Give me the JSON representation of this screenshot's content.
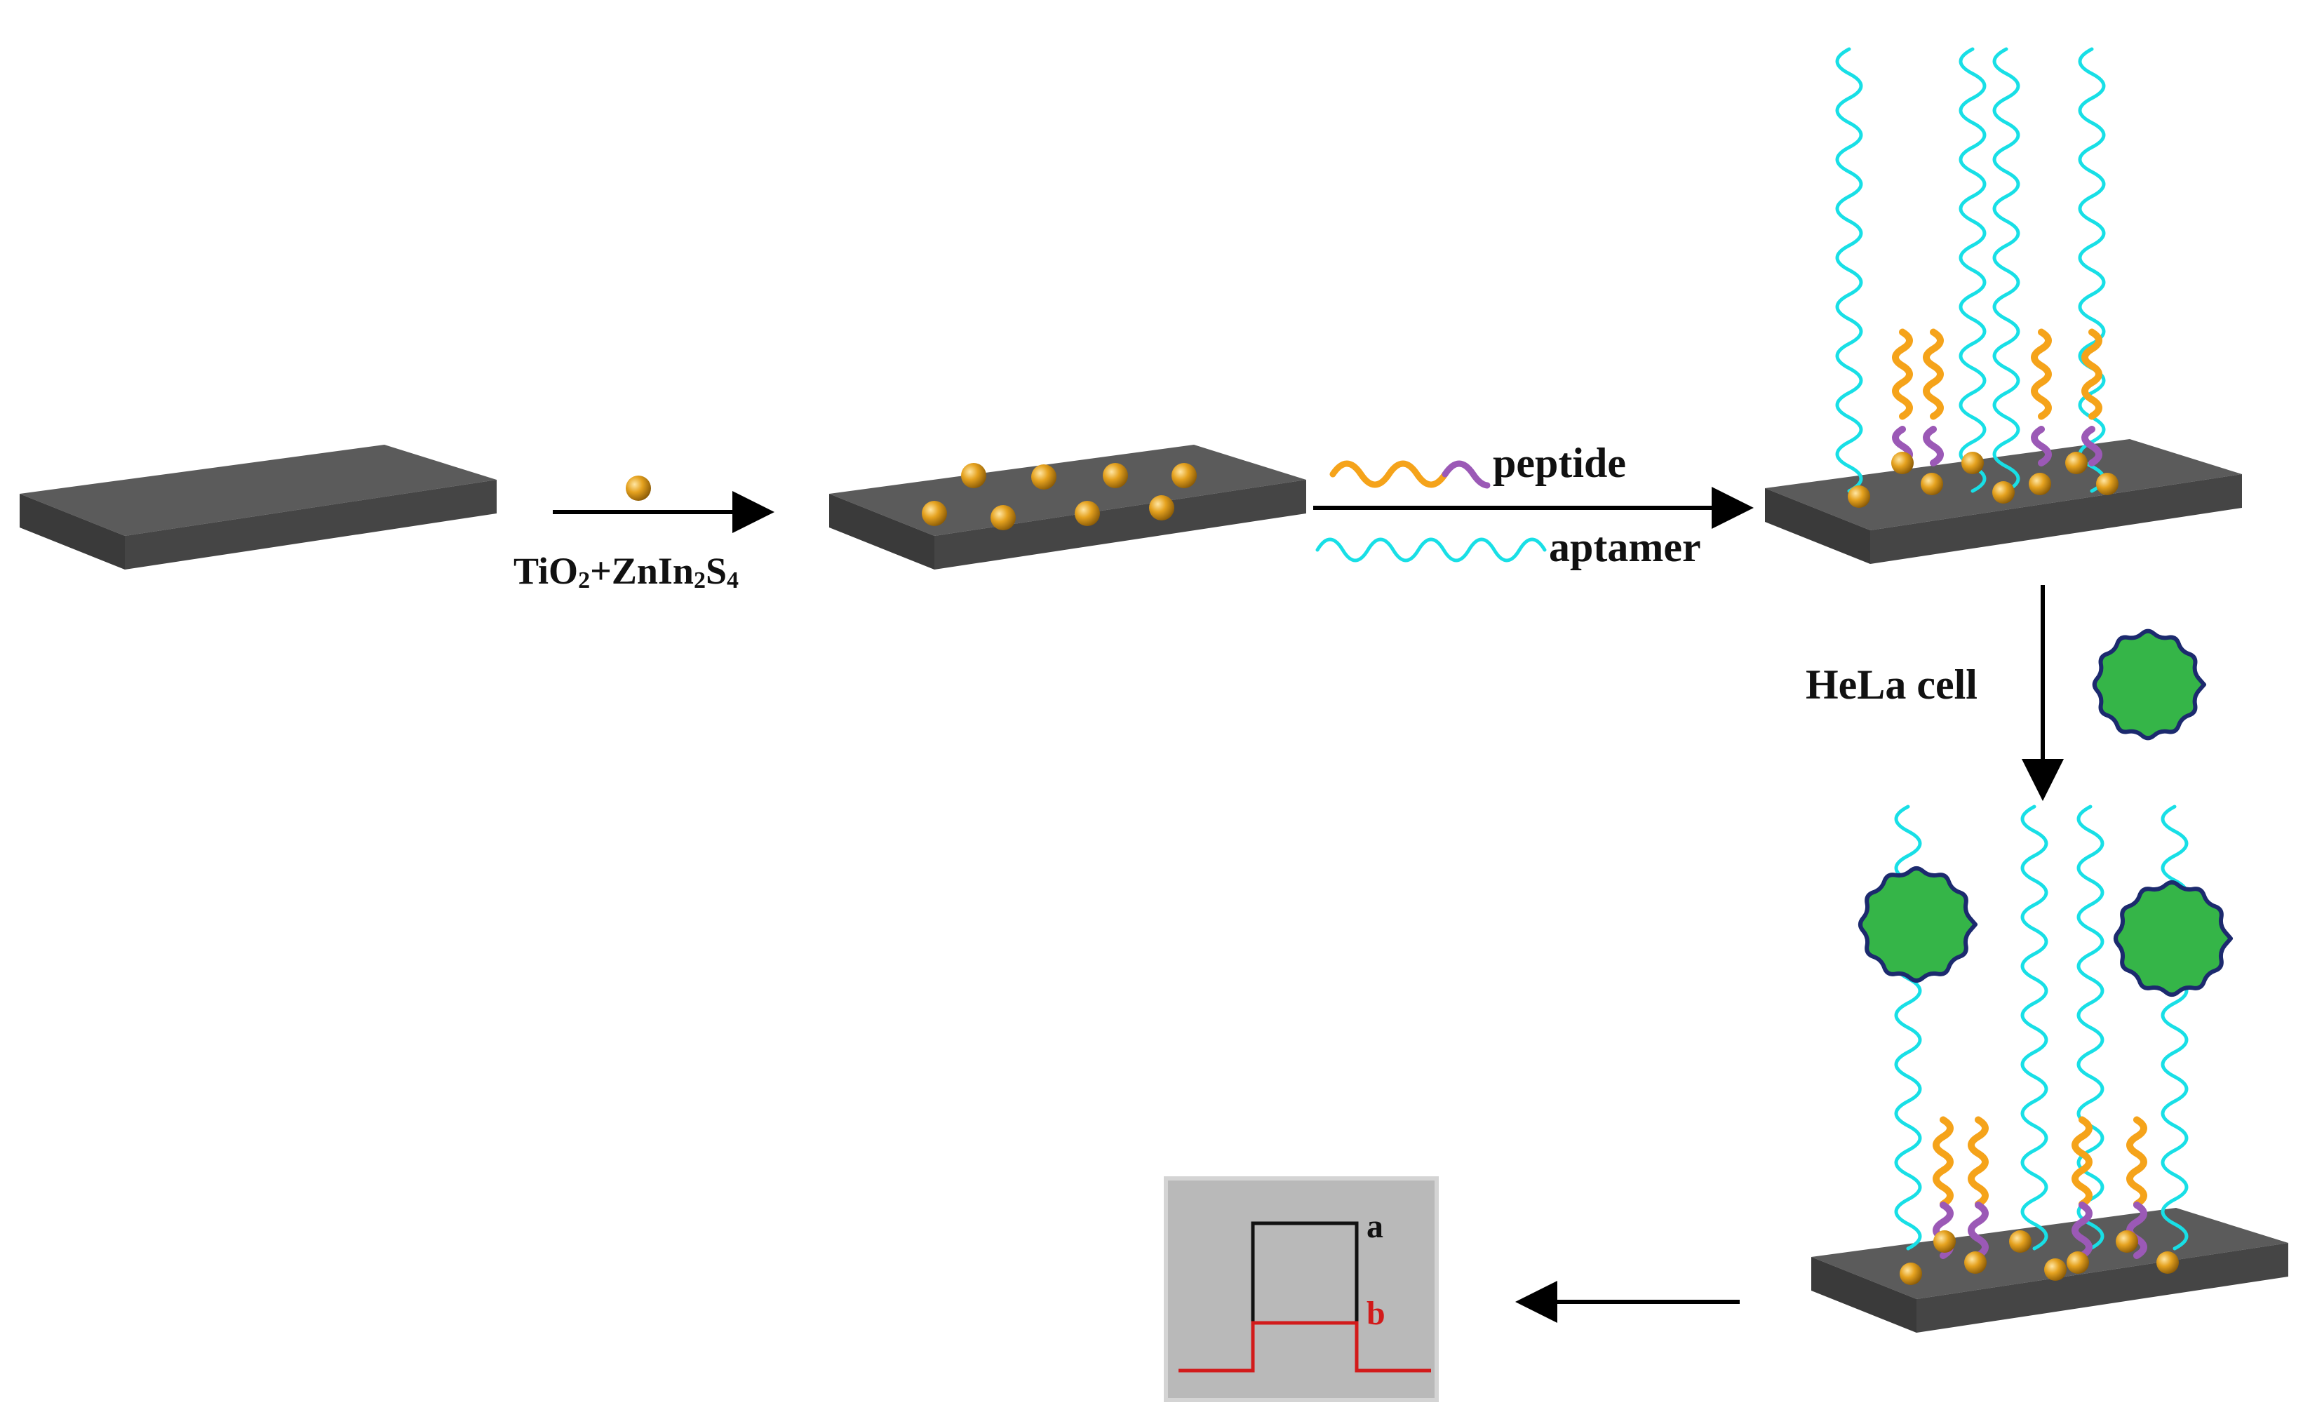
{
  "labels": {
    "step1_main": "TiO",
    "step1_sub1": "2",
    "step1_plus": "+ZnIn",
    "step1_sub2": "2",
    "step1_s": "S",
    "step1_sub3": "4",
    "peptide": "peptide",
    "aptamer": "aptamer",
    "hela": "HeLa cell",
    "signal_a": "a",
    "signal_b": "b"
  },
  "colors": {
    "substrate_top": "#5b5b5b",
    "substrate_front": "#454545",
    "nanoparticle": "#d4900e",
    "peptide_orange": "#f5a31a",
    "peptide_purple": "#9b59b6",
    "aptamer": "#18dfe6",
    "cell_fill": "#35b548",
    "cell_outline": "#1c2a6e",
    "signal_panel": "#b9b9b9",
    "signal_a_line": "#111111",
    "signal_b_line": "#d21a1a"
  }
}
